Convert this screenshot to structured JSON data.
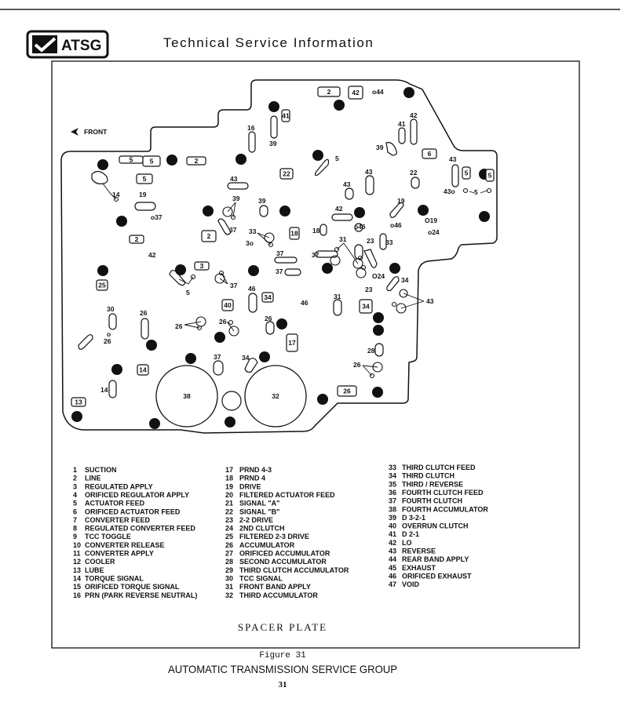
{
  "header": {
    "logo_text": "ATSG",
    "title": "Technical Service Information"
  },
  "diagram": {
    "front_label": "FRONT",
    "big_circles": [
      "38",
      "32"
    ],
    "boxed": [
      "2",
      "42",
      "5",
      "5",
      "2",
      "5",
      "22",
      "41",
      "6",
      "5",
      "5",
      "2",
      "18",
      "2",
      "3",
      "25",
      "40",
      "34",
      "34",
      "17",
      "14",
      "26",
      "13"
    ],
    "labels": [
      "o44",
      "16",
      "39",
      "41",
      "42",
      "39",
      "5",
      "43",
      "43",
      "43",
      "22",
      "43o",
      "5",
      "43",
      "19",
      "14",
      "o37",
      "39",
      "39",
      "37",
      "33",
      "3o",
      "42",
      "42",
      "19",
      "o46",
      "O19",
      "o24",
      "18",
      "o46",
      "31",
      "23",
      "33",
      "37",
      "37",
      "37",
      "5",
      "37",
      "46",
      "46",
      "31",
      "34",
      "O24",
      "23",
      "43",
      "30",
      "26",
      "o",
      "26",
      "26",
      "26",
      "26",
      "28",
      "26",
      "37",
      "34",
      "14"
    ]
  },
  "legend": {
    "col1": [
      {
        "num": "1",
        "text": "SUCTION"
      },
      {
        "num": "2",
        "text": "LINE"
      },
      {
        "num": "3",
        "text": "REGULATED APPLY"
      },
      {
        "num": "4",
        "text": "ORIFICED REGULATOR APPLY"
      },
      {
        "num": "5",
        "text": "ACTUATOR FEED"
      },
      {
        "num": "6",
        "text": "ORIFICED ACTUATOR FEED"
      },
      {
        "num": "7",
        "text": "CONVERTER FEED"
      },
      {
        "num": "8",
        "text": "REGULATED CONVERTER FEED"
      },
      {
        "num": "9",
        "text": "TCC TOGGLE"
      },
      {
        "num": "10",
        "text": "CONVERTER RELEASE"
      },
      {
        "num": "11",
        "text": "CONVERTER APPLY"
      },
      {
        "num": "12",
        "text": "COOLER"
      },
      {
        "num": "13",
        "text": "LUBE"
      },
      {
        "num": "14",
        "text": "TORQUE SIGNAL"
      },
      {
        "num": "15",
        "text": "ORIFICED TORQUE SIGNAL"
      },
      {
        "num": "16",
        "text": "PRN (PARK REVERSE NEUTRAL)"
      }
    ],
    "col2": [
      {
        "num": "17",
        "text": "PRND 4-3"
      },
      {
        "num": "18",
        "text": "PRND 4"
      },
      {
        "num": "19",
        "text": "DRIVE"
      },
      {
        "num": "20",
        "text": "FILTERED ACTUATOR FEED"
      },
      {
        "num": "21",
        "text": "SIGNAL \"A\""
      },
      {
        "num": "22",
        "text": "SIGNAL \"B\""
      },
      {
        "num": "23",
        "text": "2-2 DRIVE"
      },
      {
        "num": "24",
        "text": "2ND CLUTCH"
      },
      {
        "num": "25",
        "text": "FILTERED 2-3 DRIVE"
      },
      {
        "num": "26",
        "text": "ACCUMULATOR"
      },
      {
        "num": "27",
        "text": "ORIFICED ACCUMULATOR"
      },
      {
        "num": "28",
        "text": "SECOND ACCUMULATOR"
      },
      {
        "num": "29",
        "text": "THIRD CLUTCH ACCUMULATOR"
      },
      {
        "num": "30",
        "text": "TCC SIGNAL"
      },
      {
        "num": "31",
        "text": "FRONT BAND APPLY"
      },
      {
        "num": "32",
        "text": "THIRD ACCUMULATOR"
      }
    ],
    "col3": [
      {
        "num": "33",
        "text": "THIRD CLUTCH FEED"
      },
      {
        "num": "34",
        "text": "THIRD CLUTCH"
      },
      {
        "num": "35",
        "text": "THIRD / REVERSE"
      },
      {
        "num": "36",
        "text": "FOURTH CLUTCH FEED"
      },
      {
        "num": "37",
        "text": "FOURTH CLUTCH"
      },
      {
        "num": "38",
        "text": "FOURTH ACCUMULATOR"
      },
      {
        "num": "39",
        "text": "D 3-2-1"
      },
      {
        "num": "40",
        "text": "OVERRUN CLUTCH"
      },
      {
        "num": "41",
        "text": "D 2-1"
      },
      {
        "num": "42",
        "text": "LO"
      },
      {
        "num": "43",
        "text": "REVERSE"
      },
      {
        "num": "44",
        "text": "REAR BAND APPLY"
      },
      {
        "num": "45",
        "text": "EXHAUST"
      },
      {
        "num": "46",
        "text": "ORIFICED EXHAUST"
      },
      {
        "num": "47",
        "text": "VOID"
      }
    ]
  },
  "caption": "SPACER PLATE",
  "footer": {
    "figure": "Figure 31",
    "org": "AUTOMATIC TRANSMISSION SERVICE GROUP",
    "page": "31"
  }
}
